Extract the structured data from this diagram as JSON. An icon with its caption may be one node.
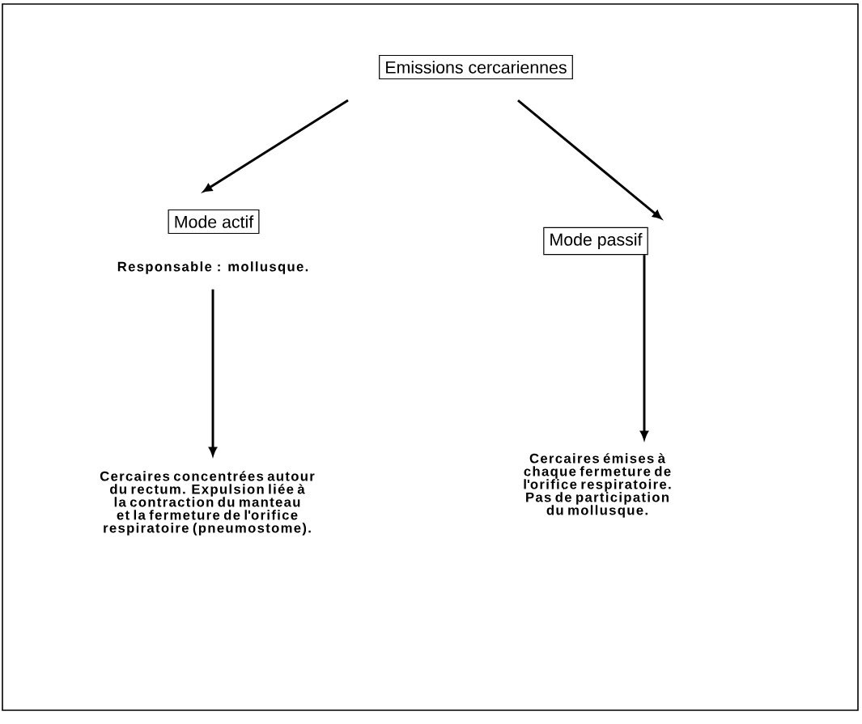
{
  "diagram": {
    "nodes": [
      {
        "text": [
          "Emissions cercariennes"
        ]
      },
      {
        "text": [
          "Mode actif"
        ]
      },
      {
        "text": [
          "Mode passif"
        ]
      },
      {
        "text": [
          "Responsable : mollusque."
        ]
      },
      {
        "text": [
          "Cercaires concentrées autour du rectum. Expulsion liée à la contraction du manteau et la fermeture de l'orifice respiratoire (pneumostome)."
        ]
      },
      {
        "text": [
          "Cercaires émises à chaque fermeture de l'orifice respiratoire. Pas de participation du mollusque."
        ]
      }
    ],
    "edges": [
      {
        "from": 0,
        "to": 1,
        "arrow": "to"
      },
      {
        "from": 0,
        "to": 2,
        "arrow": "to"
      },
      {
        "from": 3,
        "to": 4,
        "arrow": "to"
      },
      {
        "from": 2,
        "to": 5,
        "arrow": "to"
      }
    ]
  }
}
